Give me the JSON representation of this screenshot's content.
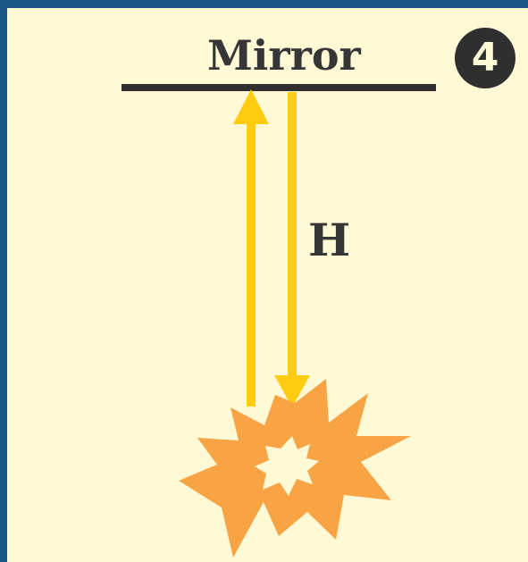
{
  "diagram": {
    "mirror_label": "Mirror",
    "height_label": "H",
    "step_number": "4"
  },
  "colors": {
    "frame": "#1a5888",
    "background": "#fff9d6",
    "mirror": "#2f2f2f",
    "arrow": "#ffcc11",
    "burst_outer": "#f9a444",
    "burst_inner": "#fff9d6",
    "text": "#363636"
  },
  "icons": {
    "source": "burst-icon",
    "step": "number-badge-icon"
  }
}
